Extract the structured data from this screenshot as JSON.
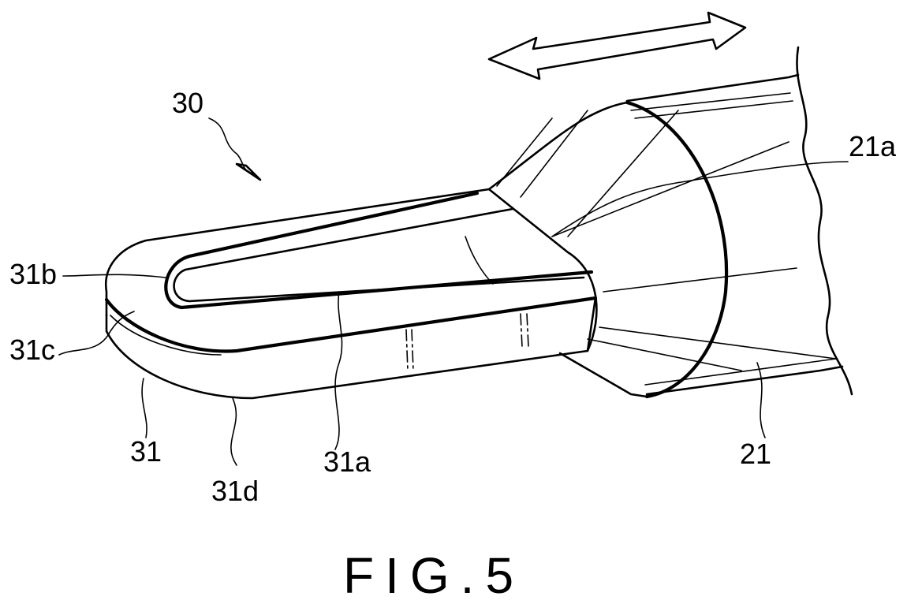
{
  "labels": {
    "ref_30": "30",
    "ref_21a": "21a",
    "ref_31b": "31b",
    "ref_31c": "31c",
    "ref_31": "31",
    "ref_31d": "31d",
    "ref_31a": "31a",
    "ref_21": "21"
  },
  "caption": "FIG.5"
}
